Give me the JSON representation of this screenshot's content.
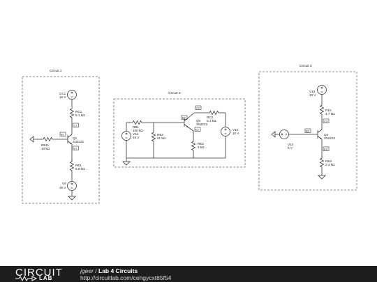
{
  "circuit1": {
    "title": "Circuit 1",
    "cc1_name": "CC1",
    "cc1_value": "15 V",
    "rc1_name": "RC1",
    "rc1_value": "5.1 kΩ",
    "q1_name": "Q1",
    "q1_part": "2N2222",
    "rb11_name": "RB11",
    "rb11_value": "10 kΩ",
    "re1_name": "RE1",
    "re1_value": "6.8 kΩ",
    "v9_name": "V9",
    "v9_value": "15 V",
    "node_c": "C1",
    "node_b": "B1",
    "node_e": "E1"
  },
  "circuit2": {
    "title": "Circuit 2",
    "rb1_name": "RB1",
    "rb1_value": "100 kΩ",
    "v11_name": "V11",
    "v11_value": "15 V",
    "rb2_name": "RB2",
    "rb2_value": "51 kΩ",
    "q0_name": "Q0",
    "q0_part": "2N2222",
    "rc2_name": "RC2",
    "rc2_value": "5.1 kΩ",
    "re2_name": "RE2",
    "re2_value": "3 kΩ",
    "v12_name": "V12",
    "v12_value": "15 V",
    "node_b": "B2",
    "node_c": "C2",
    "node_e": "E2"
  },
  "circuit3": {
    "title": "Circuit 3",
    "v13_name": "V13",
    "v13_value": "10 V",
    "r10_name": "R10",
    "r10_value": "4.7 kΩ",
    "q4_name": "Q4",
    "q4_part": "2N2222",
    "v14_name": "V14",
    "v14_value": "5 V",
    "re3_name": "RE3",
    "re3_value": "2.4 kΩ",
    "node_b": "B3",
    "node_c": "C3",
    "node_e": "E3"
  },
  "footer": {
    "logo_top": "CIRCUIT",
    "logo_bottom": "LAB",
    "author": "jgeer",
    "separator": " / ",
    "title": "Lab 4 Circuits",
    "url": "http://circuitlab.com/cehgycxt85f54"
  }
}
